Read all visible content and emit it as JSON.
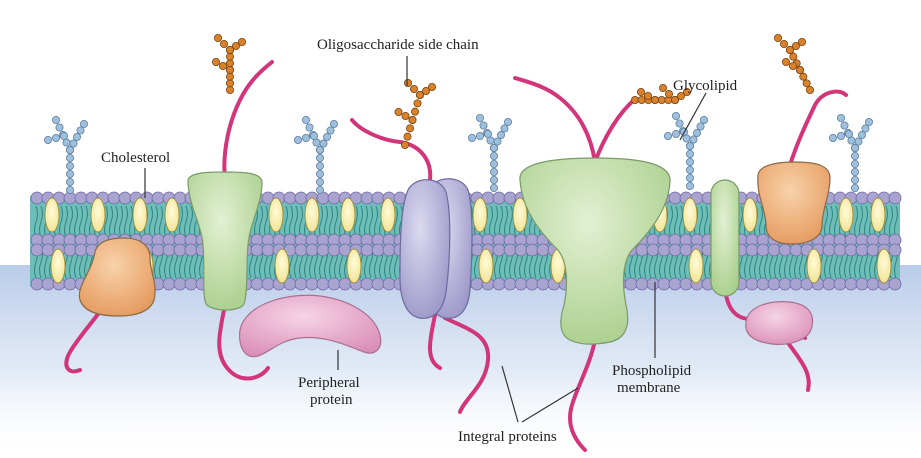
{
  "labels": {
    "oligosaccharide": "Oligosaccharide side chain",
    "glycolipid": "Glycolipid",
    "cholesterol": "Cholesterol",
    "peripheral_line1": "Peripheral",
    "peripheral_line2": "protein",
    "phospholipid_line1": "Phospholipid",
    "phospholipid_line2": "membrane",
    "integral": "Integral proteins"
  },
  "colors": {
    "head": "#a9a3cf",
    "tail": "#56b1ad",
    "cholesterol": "#f5eba6",
    "orange_protein": "#efb37c",
    "green_protein": "#bfdca5",
    "purple_protein": "#b8b5dc",
    "pink_protein": "#e7a8c8",
    "chain": "#d2357a",
    "sugar_orange": "#d9822b",
    "sugar_blue": "#9ec0dd",
    "cytoplasm": "#c9d9ee"
  }
}
